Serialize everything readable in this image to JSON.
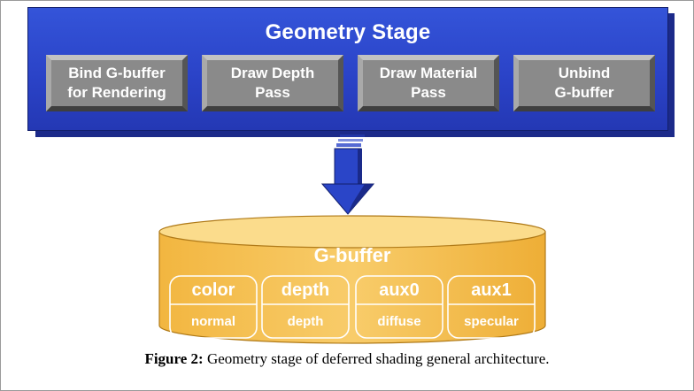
{
  "geometry_stage": {
    "title": "Geometry Stage",
    "passes": [
      {
        "label": "Bind G-buffer\nfor Rendering"
      },
      {
        "label": "Draw Depth\nPass"
      },
      {
        "label": "Draw Material\nPass"
      },
      {
        "label": "Unbind\nG-buffer"
      }
    ]
  },
  "gbuffer": {
    "title": "G-buffer",
    "cells": [
      {
        "name": "color",
        "content": "normal"
      },
      {
        "name": "depth",
        "content": "depth"
      },
      {
        "name": "aux0",
        "content": "diffuse"
      },
      {
        "name": "aux1",
        "content": "specular"
      }
    ]
  },
  "caption": {
    "label": "Figure 2:",
    "text": " Geometry stage of deferred shading general architecture."
  },
  "colors": {
    "stage_blue": "#2f4cd1",
    "pass_gray": "#8a8a8a",
    "gbuffer_orange": "#f6c45c",
    "arrow_blue": "#2a45c8"
  },
  "icons": [
    "down-arrow-icon"
  ]
}
